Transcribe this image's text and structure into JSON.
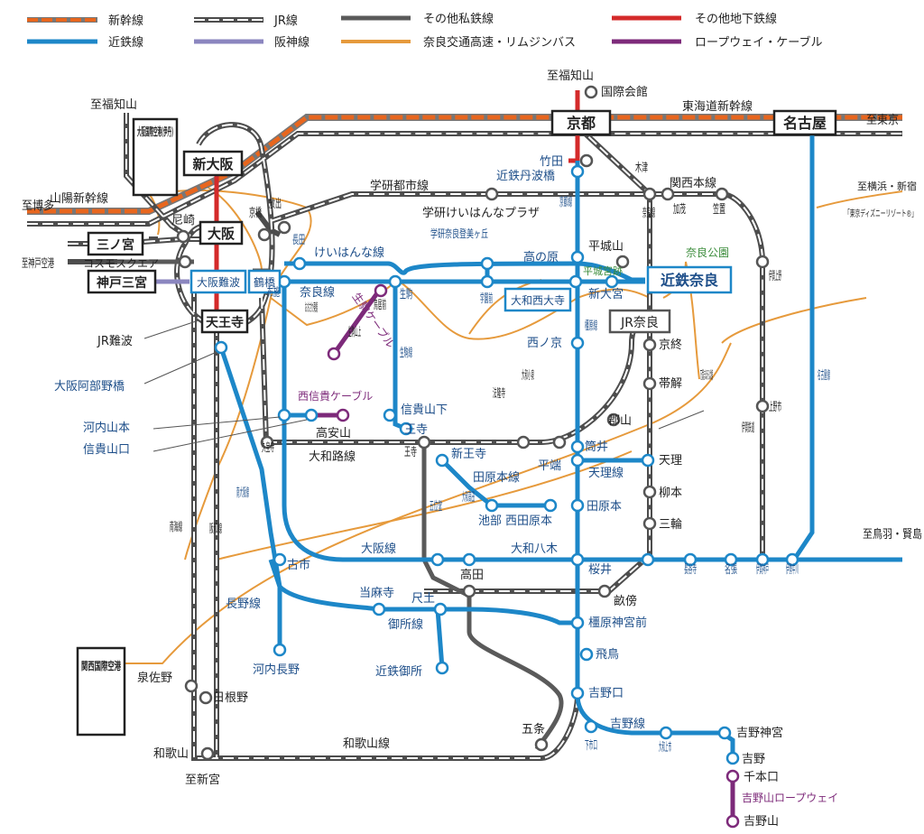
{
  "legend": [
    {
      "id": "shinkansen",
      "label": "新幹線",
      "color": "#e8661e"
    },
    {
      "id": "jr",
      "label": "JR線",
      "color": "#4d4d4d"
    },
    {
      "id": "private",
      "label": "その他私鉄線",
      "color": "#5a5a5a"
    },
    {
      "id": "subway",
      "label": "その他地下鉄線",
      "color": "#d42a2a"
    },
    {
      "id": "kintetsu",
      "label": "近鉄線",
      "color": "#1d87c8"
    },
    {
      "id": "hanshin",
      "label": "阪神線",
      "color": "#8b86bf"
    },
    {
      "id": "bus",
      "label": "奈良交通高速・リムジンバス",
      "color": "#e69a3c"
    },
    {
      "id": "cable",
      "label": "ロープウェイ・ケーブル",
      "color": "#7d2a7a"
    }
  ],
  "major_stations": {
    "kyoto": "京都",
    "nagoya": "名古屋",
    "shin_osaka": "新大阪",
    "osaka": "大阪",
    "sannomiya": "三ノ宮",
    "kobe_sannomiya": "神戸三宮",
    "osaka_namba": "大阪難波",
    "tsuruhashi": "鶴橋",
    "tennoji": "天王寺",
    "kintetsu_nara": "近鉄奈良",
    "jr_nara": "JR奈良",
    "yamato_saidaiji": "大和西大寺",
    "itami": "大阪国際空港(伊丹)",
    "kansai": "関西国際空港"
  },
  "directions": {
    "fukuchiyama_top": "至福知山",
    "fukuchiyama_left": "至福知山",
    "tokyo": "至東京",
    "hakata": "至博多",
    "kobe_airport": "至神戸空港",
    "yokohama": "至横浜・新宿",
    "disney": "「東京ディズニーリゾート®」",
    "toba": "至鳥羽・賢島",
    "shingu": "至新宮"
  },
  "line_names": {
    "tokaido": "東海道新幹線",
    "sanyo": "山陽新幹線",
    "gakken": "学研都市線",
    "kansai_main": "関西本線",
    "keihanna": "けいはんな線",
    "nara_line": "奈良線",
    "kyoto_line": "京都線",
    "nara_jr": "奈良線",
    "kashihara": "橿原線",
    "yamatoji": "大和路線",
    "osaka_line": "大阪線",
    "nagoya_line": "名古屋線",
    "iga": "伊賀鉄道",
    "tenri": "天理線",
    "tawaramoto": "田原本線",
    "nagano": "長野線",
    "gose": "御所線",
    "yoshino": "吉野線",
    "wakayama": "和歌山線",
    "minami_osaka": "南大阪線",
    "nankai": "南海線",
    "hanwa": "阪和線",
    "ikoma": "生駒線",
    "osaka_higashi": "おおさか東線",
    "manyo": "万葉まほろば線",
    "nishishigi_cable": "西信貴ケーブル",
    "ikoma_cable": "生駒ケーブル",
    "yoshino_ropeway": "吉野山ロープウェイ",
    "nara_park": "奈良公園",
    "heijo": "平城宮跡"
  },
  "stations": {
    "kokusai": "国際会館",
    "takeda": "竹田",
    "tanbabashi": "近鉄丹波橋",
    "kizu": "木津",
    "kamo": "加茂",
    "kasagi": "笠置",
    "gakken_plaza": "学研けいはんなプラザ",
    "tomigaoka": "学研奈良登美ヶ丘",
    "takanohara": "高の原",
    "heijo_yama": "平城山",
    "shinomiya": "新大宮",
    "gakuenmae": "学園前",
    "nishinokyo": "西ノ京",
    "hatsuchi": "放出",
    "kyobashi": "京橋",
    "amagasaki": "尼崎",
    "cosmo": "コスモスクエア",
    "nagata": "長田",
    "fuse": "布施",
    "ikoma": "生駒",
    "toriimae": "鳥居前",
    "ikomasanjo": "生駒山上",
    "jrnamba": "JR難波",
    "abeno": "大阪阿部野橋",
    "kawachiyama": "河内山本",
    "shigisanguchi": "信貴山口",
    "takayasuyama": "高安山",
    "shigisanshita": "信貴山下",
    "oji_k": "王寺",
    "horyuji": "法隆寺",
    "koizumi": "大和小泉",
    "koriyama": "郡山",
    "kubo": "久宝寺",
    "oji_jr": "王寺",
    "shinoji": "新王寺",
    "tsutsui": "筒井",
    "hiratabata": "平端",
    "tenri": "天理",
    "yanagimoto": "柳本",
    "miwa": "三輪",
    "ikedabe": "池部",
    "nishi_tawaramoto": "西田原本",
    "tawaramoto": "田原本",
    "goido": "五位堂",
    "yamato_takada": "大和高田",
    "yagi": "大和八木",
    "takada": "高田",
    "sakurai": "桜井",
    "unebi": "畝傍",
    "hasedera": "長谷寺",
    "nabari": "名張",
    "iga_kanbe": "伊賀神戸",
    "ise_nakagawa": "伊勢中川",
    "iga_ueno": "伊賀上野",
    "ueno_shi": "上野市",
    "kyobate": "京終",
    "obitoke": "帯解",
    "furuichi": "古市",
    "kawachinagano": "河内長野",
    "taimadera": "当麻寺",
    "shakudo": "尺土",
    "kintetsu_gose": "近鉄御所",
    "kashihara_jingu": "橿原神宮前",
    "asuka": "飛鳥",
    "yoshinoguchi": "吉野口",
    "shimoichi": "下市口",
    "oyodo": "大和上市",
    "yoshino_jingu": "吉野神宮",
    "yoshino": "吉野",
    "senbon": "千本口",
    "yoshinoyama": "吉野山",
    "gojo": "五条",
    "izumisano": "泉佐野",
    "hineno": "日根野",
    "wakayama": "和歌山"
  }
}
